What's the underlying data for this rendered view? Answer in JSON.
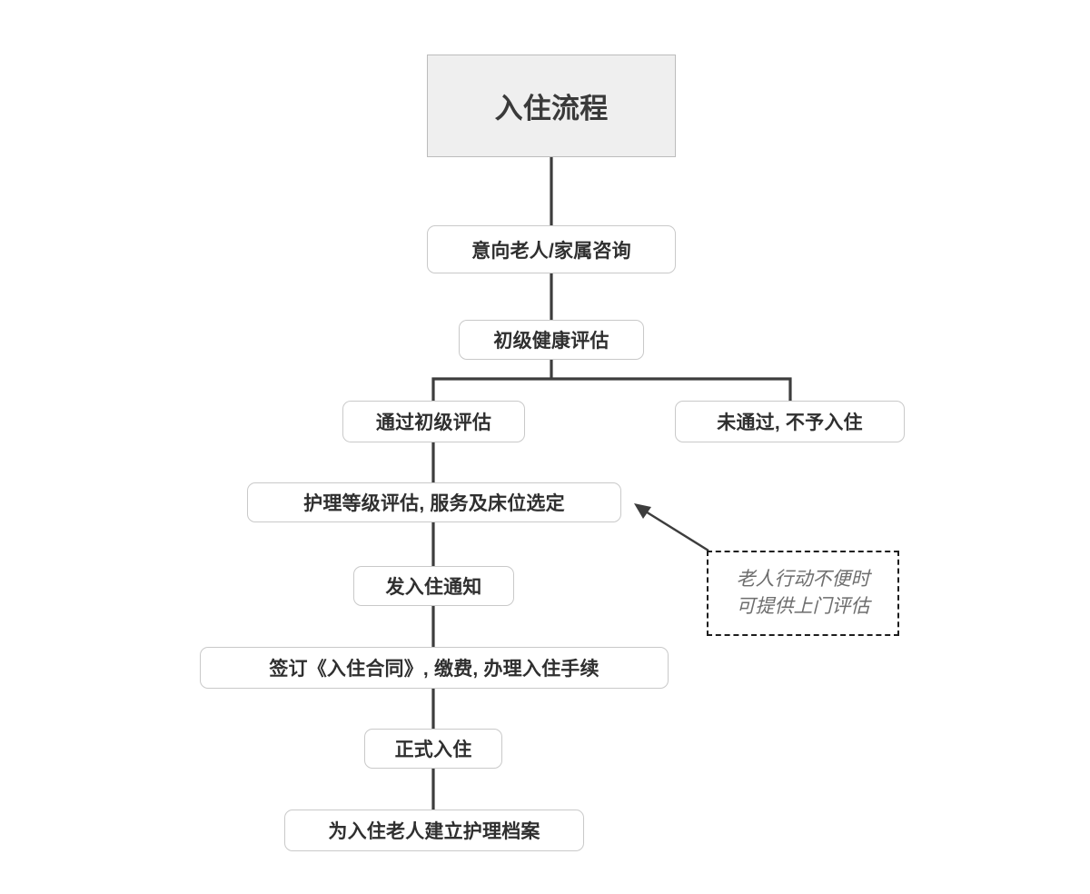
{
  "diagram": {
    "title": "入住流程",
    "nodes": [
      {
        "id": "title",
        "label": "入住流程"
      },
      {
        "id": "consult",
        "label": "意向老人/家属咨询"
      },
      {
        "id": "assess",
        "label": "初级健康评估"
      },
      {
        "id": "pass",
        "label": "通过初级评估"
      },
      {
        "id": "fail",
        "label": "未通过, 不予入住"
      },
      {
        "id": "level",
        "label": "护理等级评估, 服务及床位选定"
      },
      {
        "id": "notice",
        "label": "发入住通知"
      },
      {
        "id": "contract",
        "label": "签订《入住合同》, 缴费, 办理入住手续"
      },
      {
        "id": "movein",
        "label": "正式入住"
      },
      {
        "id": "record",
        "label": "为入住老人建立护理档案"
      }
    ],
    "annotation": {
      "line1": "老人行动不便时",
      "line2": "可提供上门评估"
    },
    "colors": {
      "title_fill": "#efefef",
      "title_border": "#bcbcbc",
      "node_fill": "#ffffff",
      "node_border": "#c9c9c9",
      "node_text": "#2f2f2f",
      "edge": "#3d3d3d",
      "annotation_border": "#1d1d1d",
      "annotation_text": "#6d6d6d",
      "background": "#ffffff"
    }
  }
}
